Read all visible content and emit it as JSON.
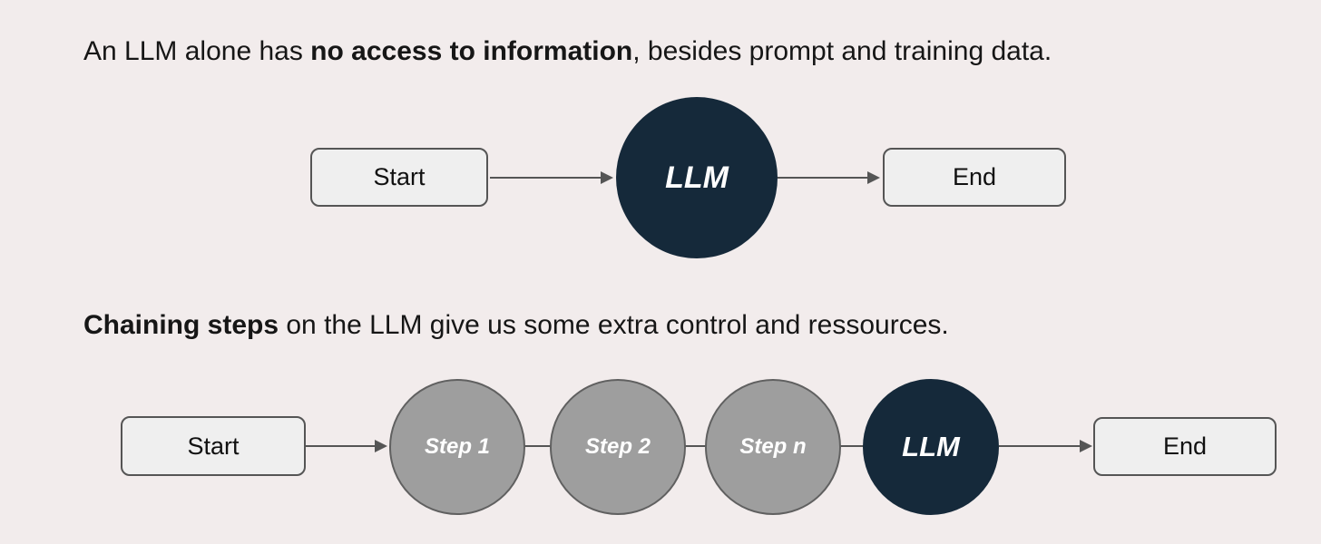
{
  "colors": {
    "bg": "#f2ecec",
    "node-fill": "#efefef",
    "node-border": "#555555",
    "llm-fill": "#15293a",
    "step-fill": "#9e9e9e",
    "step-border": "#606060",
    "line": "#555555",
    "text": "#161616",
    "node-text": "#111111",
    "circle-text": "#ffffff"
  },
  "section1": {
    "caption": {
      "pre": "An LLM alone has ",
      "bold": "no access to information",
      "post": ", besides prompt and training data."
    },
    "flow": {
      "start": "Start",
      "llm": "LLM",
      "end": "End"
    }
  },
  "section2": {
    "caption": {
      "bold": "Chaining steps",
      "post": " on the LLM give us some extra control and ressources."
    },
    "flow": {
      "start": "Start",
      "steps": [
        "Step 1",
        "Step 2",
        "Step n"
      ],
      "llm": "LLM",
      "end": "End"
    }
  }
}
